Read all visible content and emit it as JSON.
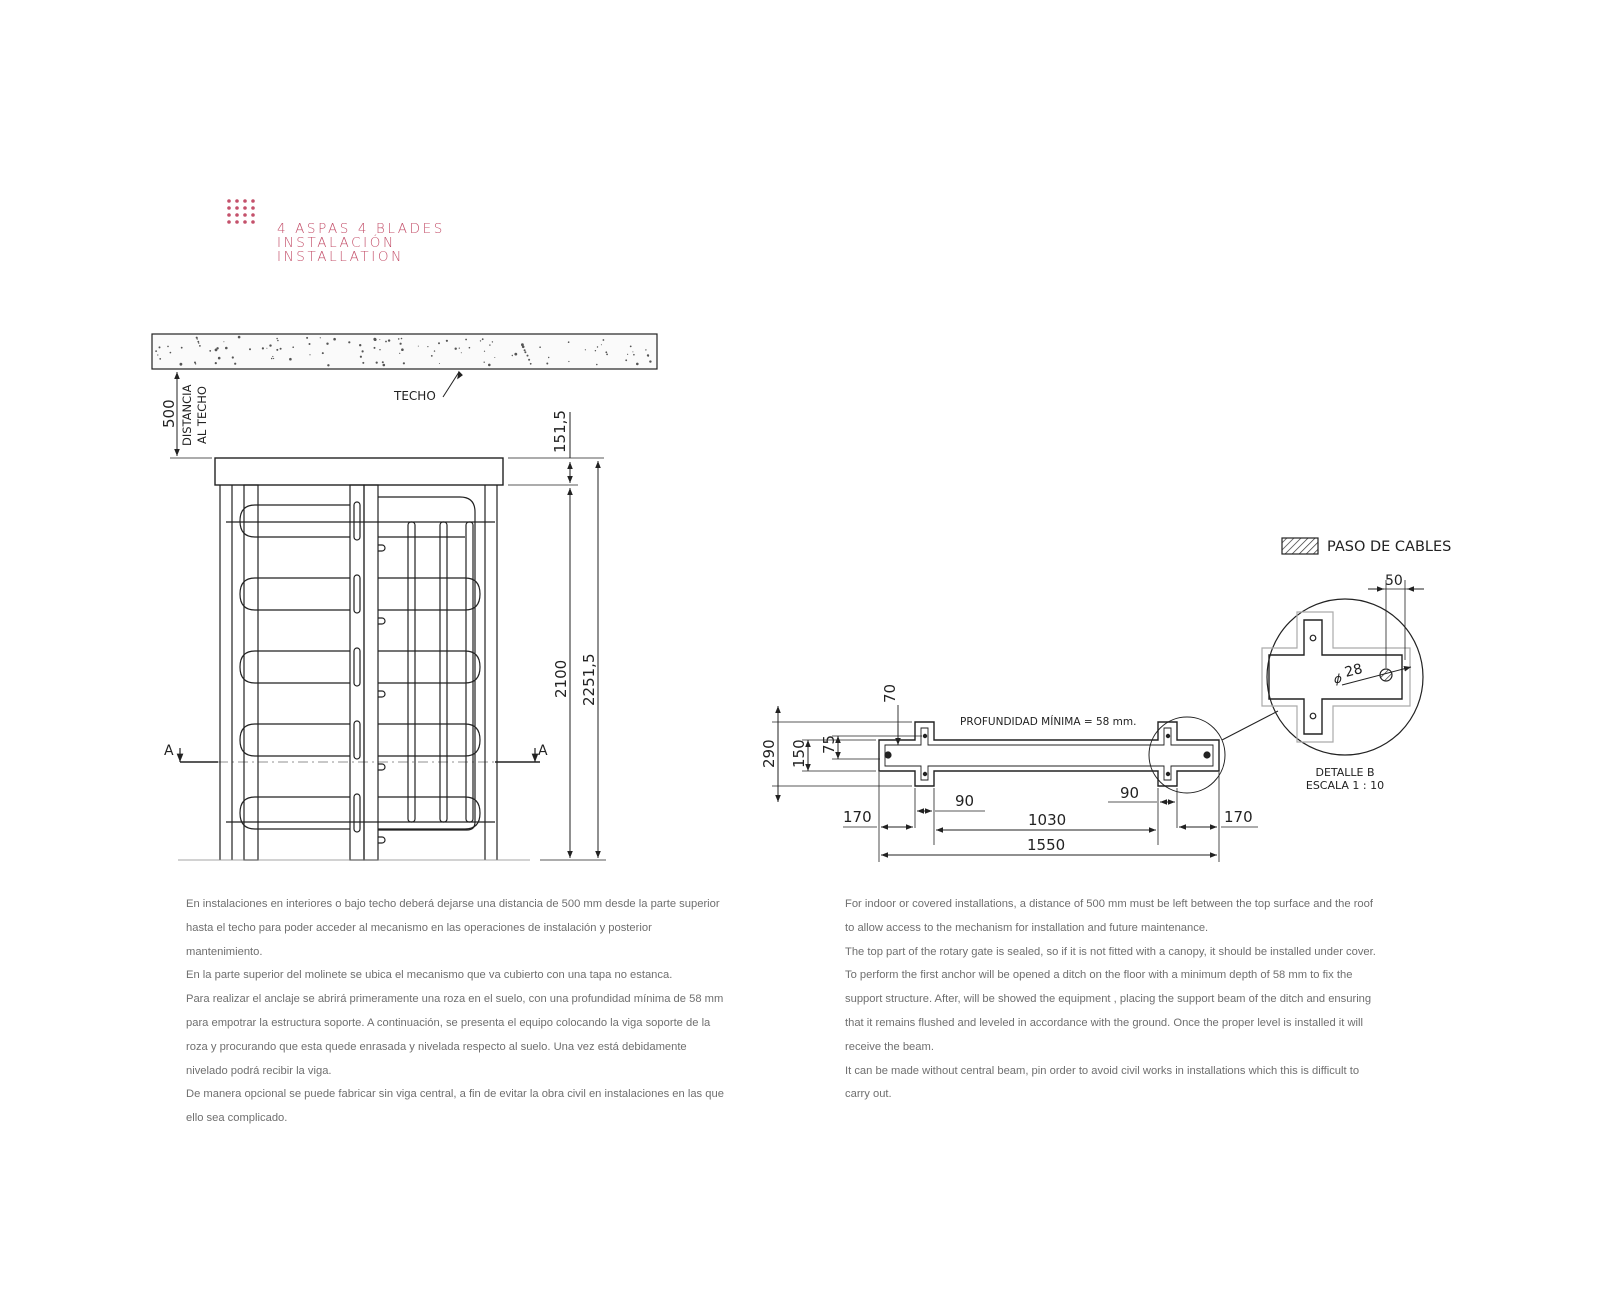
{
  "header": {
    "line1": "4 ASPAS   4 BLADES",
    "line2": "INSTALACIÓN",
    "line3": "INSTALLATION",
    "accent_color": "#c4516b",
    "icon": "dot-grid-icon"
  },
  "elevation": {
    "ceiling_label": "TECHO",
    "dim_500": "500",
    "dist_line1": "DISTANCIA",
    "dist_line2": "AL TECHO",
    "dim_151": "151,5",
    "dim_2100": "2100",
    "dim_2251": "2251,5",
    "section_left": "A",
    "section_right": "A"
  },
  "plan": {
    "legend_label": "PASO DE CABLES",
    "depth_note": "PROFUNDIDAD MÍNIMA = 58 mm.",
    "dim_290": "290",
    "dim_150": "150",
    "dim_75": "75",
    "dim_70": "70",
    "dim_90_left": "90",
    "dim_90_right": "90",
    "dim_170_left": "170",
    "dim_170_right": "170",
    "dim_1030": "1030",
    "dim_1550": "1550",
    "detail_dim_50": "50",
    "detail_dim_28": "28",
    "detail_label": "DETALLE B",
    "detail_scale": "ESCALA 1 : 10"
  },
  "text_es": [
    "En instalaciones en interiores o bajo techo deberá dejarse una distancia de 500 mm desde la parte superior hasta el techo para poder acceder al mecanismo en las operaciones de instalación y posterior mantenimiento.",
    "En la parte superior del molinete se ubica el mecanismo que va cubierto con una tapa no estanca.",
    "Para realizar el anclaje se abrirá primeramente una roza en el suelo, con una profundidad mínima de 58 mm para empotrar la estructura soporte. A continuación, se presenta el equipo colocando la viga soporte de la roza y procurando que esta quede enrasada y nivelada respecto al suelo. Una vez está debidamente nivelado podrá recibir la viga.",
    "De manera opcional se puede fabricar sin viga central, a fin de evitar la obra civil en instalaciones en las que ello sea complicado."
  ],
  "text_en": [
    "For indoor or covered installations, a distance of 500 mm must be left between the top surface and the roof to allow access to the mechanism for installation and future maintenance.",
    "The top part of the rotary gate is sealed, so if it is not fitted with a canopy, it should be installed under cover.",
    "To perform the first anchor will be opened a ditch on the floor with a minimum depth of 58 mm to fix the support structure. After, will be showed the equipment , placing the support beam of the ditch and ensuring that it remains flushed and leveled in accordance with the ground. Once the proper level is installed it will receive the beam.",
    "It can be made without central beam, pin order to avoid civil works in installations which this is difficult to carry out."
  ]
}
